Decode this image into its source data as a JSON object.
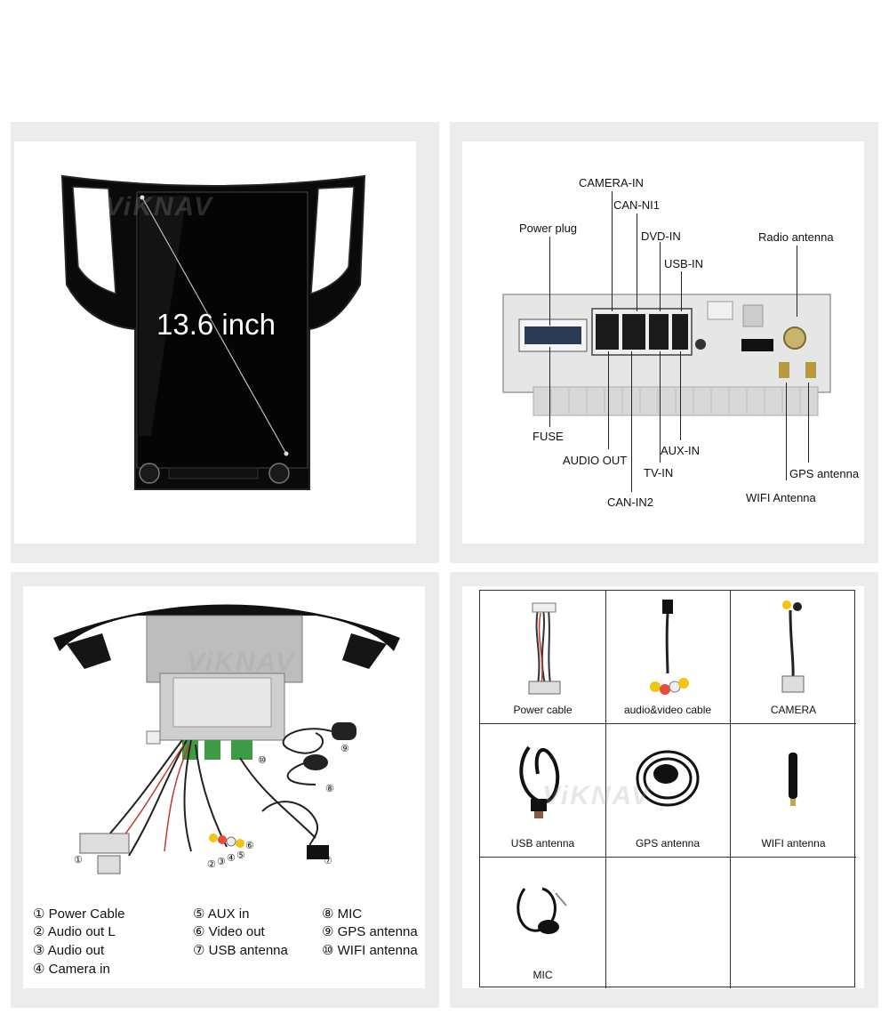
{
  "brand": {
    "watermark": "ViKNAV"
  },
  "panel1": {
    "screen_size_text": "13.6 inch"
  },
  "panel2": {
    "labels": {
      "camera_in": "CAMERA-IN",
      "can_ni1": "CAN-NI1",
      "power_plug": "Power plug",
      "dvd_in": "DVD-IN",
      "usb_in": "USB-IN",
      "radio_antenna": "Radio antenna",
      "fuse": "FUSE",
      "audio_out": "AUDIO OUT",
      "aux_in": "AUX-IN",
      "tv_in": "TV-IN",
      "gps_antenna": "GPS antenna",
      "wifi_antenna": "WIFI Antenna",
      "can_in2": "CAN-IN2"
    }
  },
  "panel3": {
    "legend": [
      "① Power Cable",
      "② Audio out L",
      "③ Audio out",
      "④ Camera in",
      "⑤ AUX in",
      "⑥ Video out",
      "⑦ USB antenna",
      "⑧ MIC",
      "⑨ GPS antenna",
      "⑩ WIFI antenna"
    ],
    "callouts": [
      "①",
      "②",
      "③",
      "④",
      "⑤",
      "⑥",
      "⑦",
      "⑧",
      "⑨",
      "⑩"
    ]
  },
  "panel4": {
    "items": [
      "Power cable",
      "audio&video cable",
      "CAMERA",
      "USB antenna",
      "GPS antenna",
      "WIFI antenna",
      "MIC"
    ]
  }
}
